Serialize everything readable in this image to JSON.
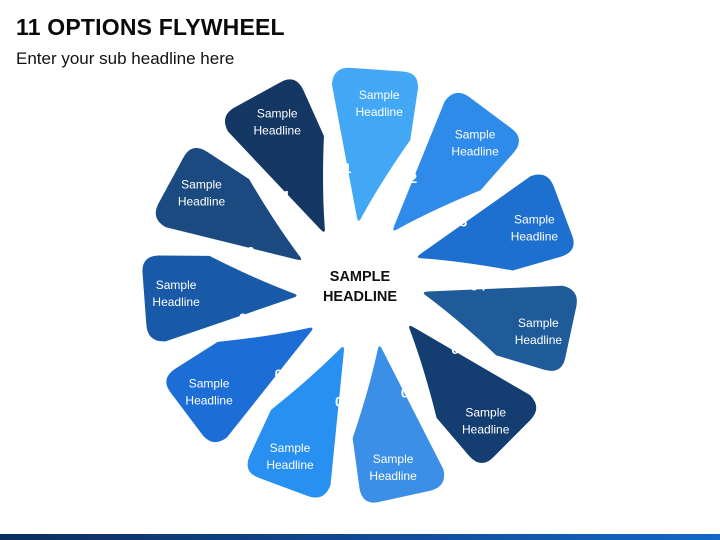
{
  "title": "11 OPTIONS FLYWHEEL",
  "subtitle": "Enter your sub headline here",
  "center": {
    "line1": "SAMPLE",
    "line2": "HEADLINE"
  },
  "options": [
    {
      "number": "01",
      "line1": "Sample",
      "line2": "Headline",
      "color": "#42a8f5"
    },
    {
      "number": "02",
      "line1": "Sample",
      "line2": "Headline",
      "color": "#2f8bea"
    },
    {
      "number": "03",
      "line1": "Sample",
      "line2": "Headline",
      "color": "#1d6fd0"
    },
    {
      "number": "04",
      "line1": "Sample",
      "line2": "Headline",
      "color": "#1e5b98"
    },
    {
      "number": "05",
      "line1": "Sample",
      "line2": "Headline",
      "color": "#143e72"
    },
    {
      "number": "06",
      "line1": "Sample",
      "line2": "Headline",
      "color": "#3b8fe6"
    },
    {
      "number": "07",
      "line1": "Sample",
      "line2": "Headline",
      "color": "#2790f0"
    },
    {
      "number": "08",
      "line1": "Sample",
      "line2": "Headline",
      "color": "#1c6dd6"
    },
    {
      "number": "09",
      "line1": "Sample",
      "line2": "Headline",
      "color": "#185aa8"
    },
    {
      "number": "10",
      "line1": "Sample",
      "line2": "Headline",
      "color": "#1b4a80"
    },
    {
      "number": "11",
      "line1": "Sample",
      "line2": "Headline",
      "color": "#143763"
    }
  ]
}
